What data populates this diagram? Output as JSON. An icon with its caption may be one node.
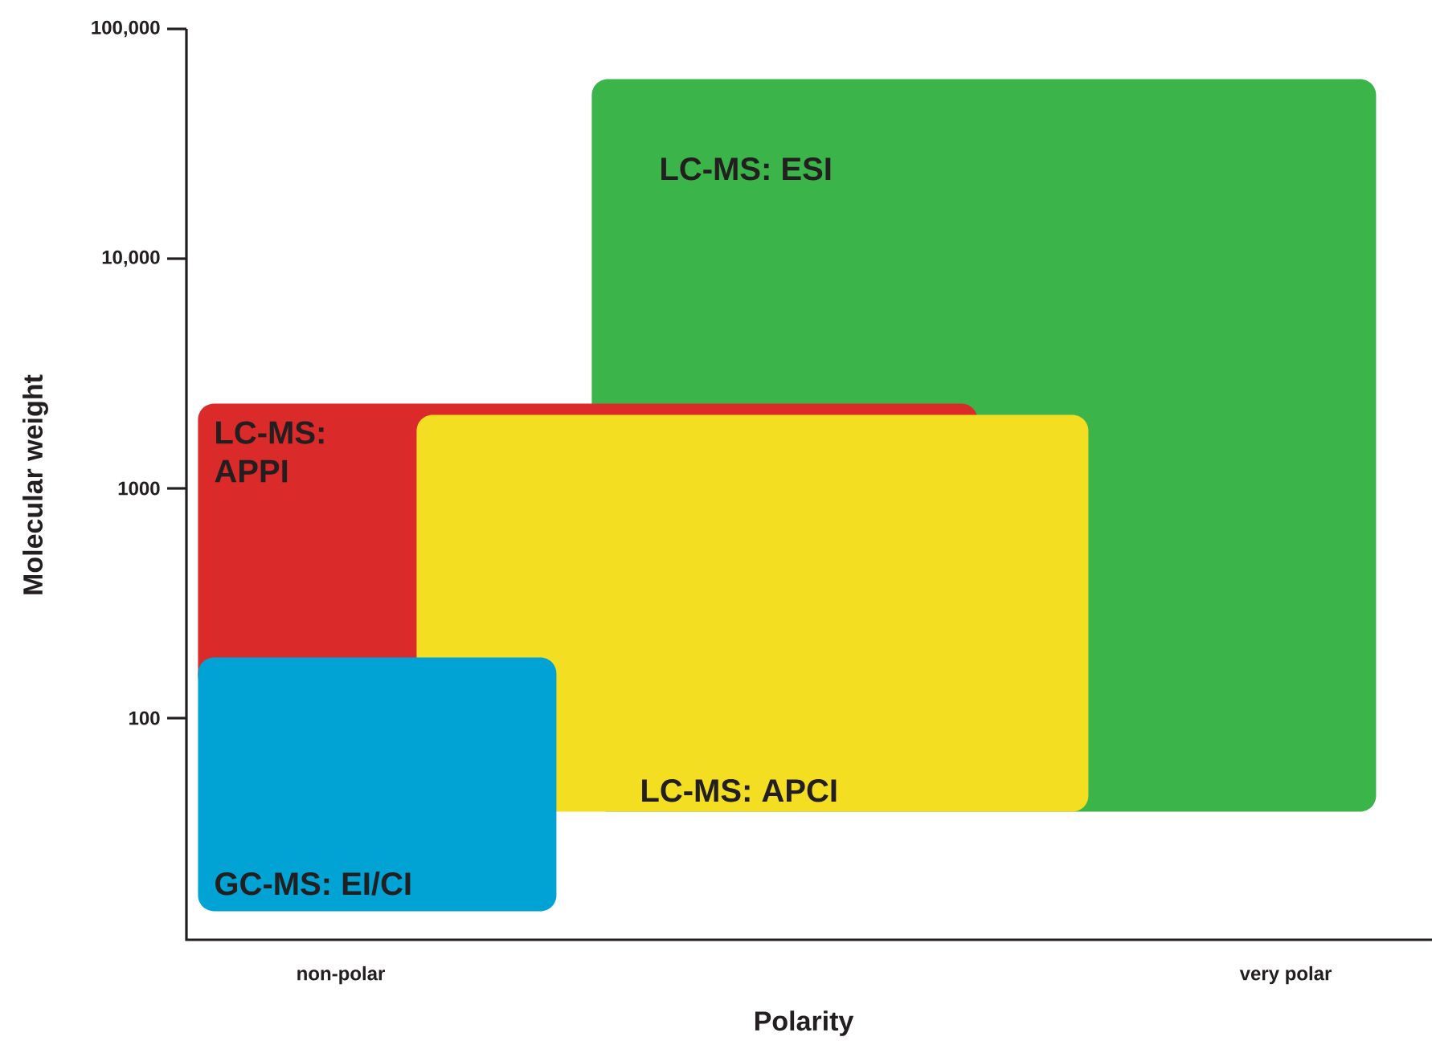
{
  "diagram": {
    "nodes": [
      {
        "text": [
          "LC-MS: ESI"
        ]
      },
      {
        "text": [
          "LC-MS: APPI"
        ]
      },
      {
        "text": [
          "LC-MS: APCI"
        ]
      },
      {
        "text": [
          "GC-MS: EI/CI"
        ]
      }
    ],
    "labels": [
      "100,000",
      "10,000",
      "1000",
      "100",
      "Molecular weight",
      "non-polar",
      "very polar",
      "Polarity"
    ]
  }
}
